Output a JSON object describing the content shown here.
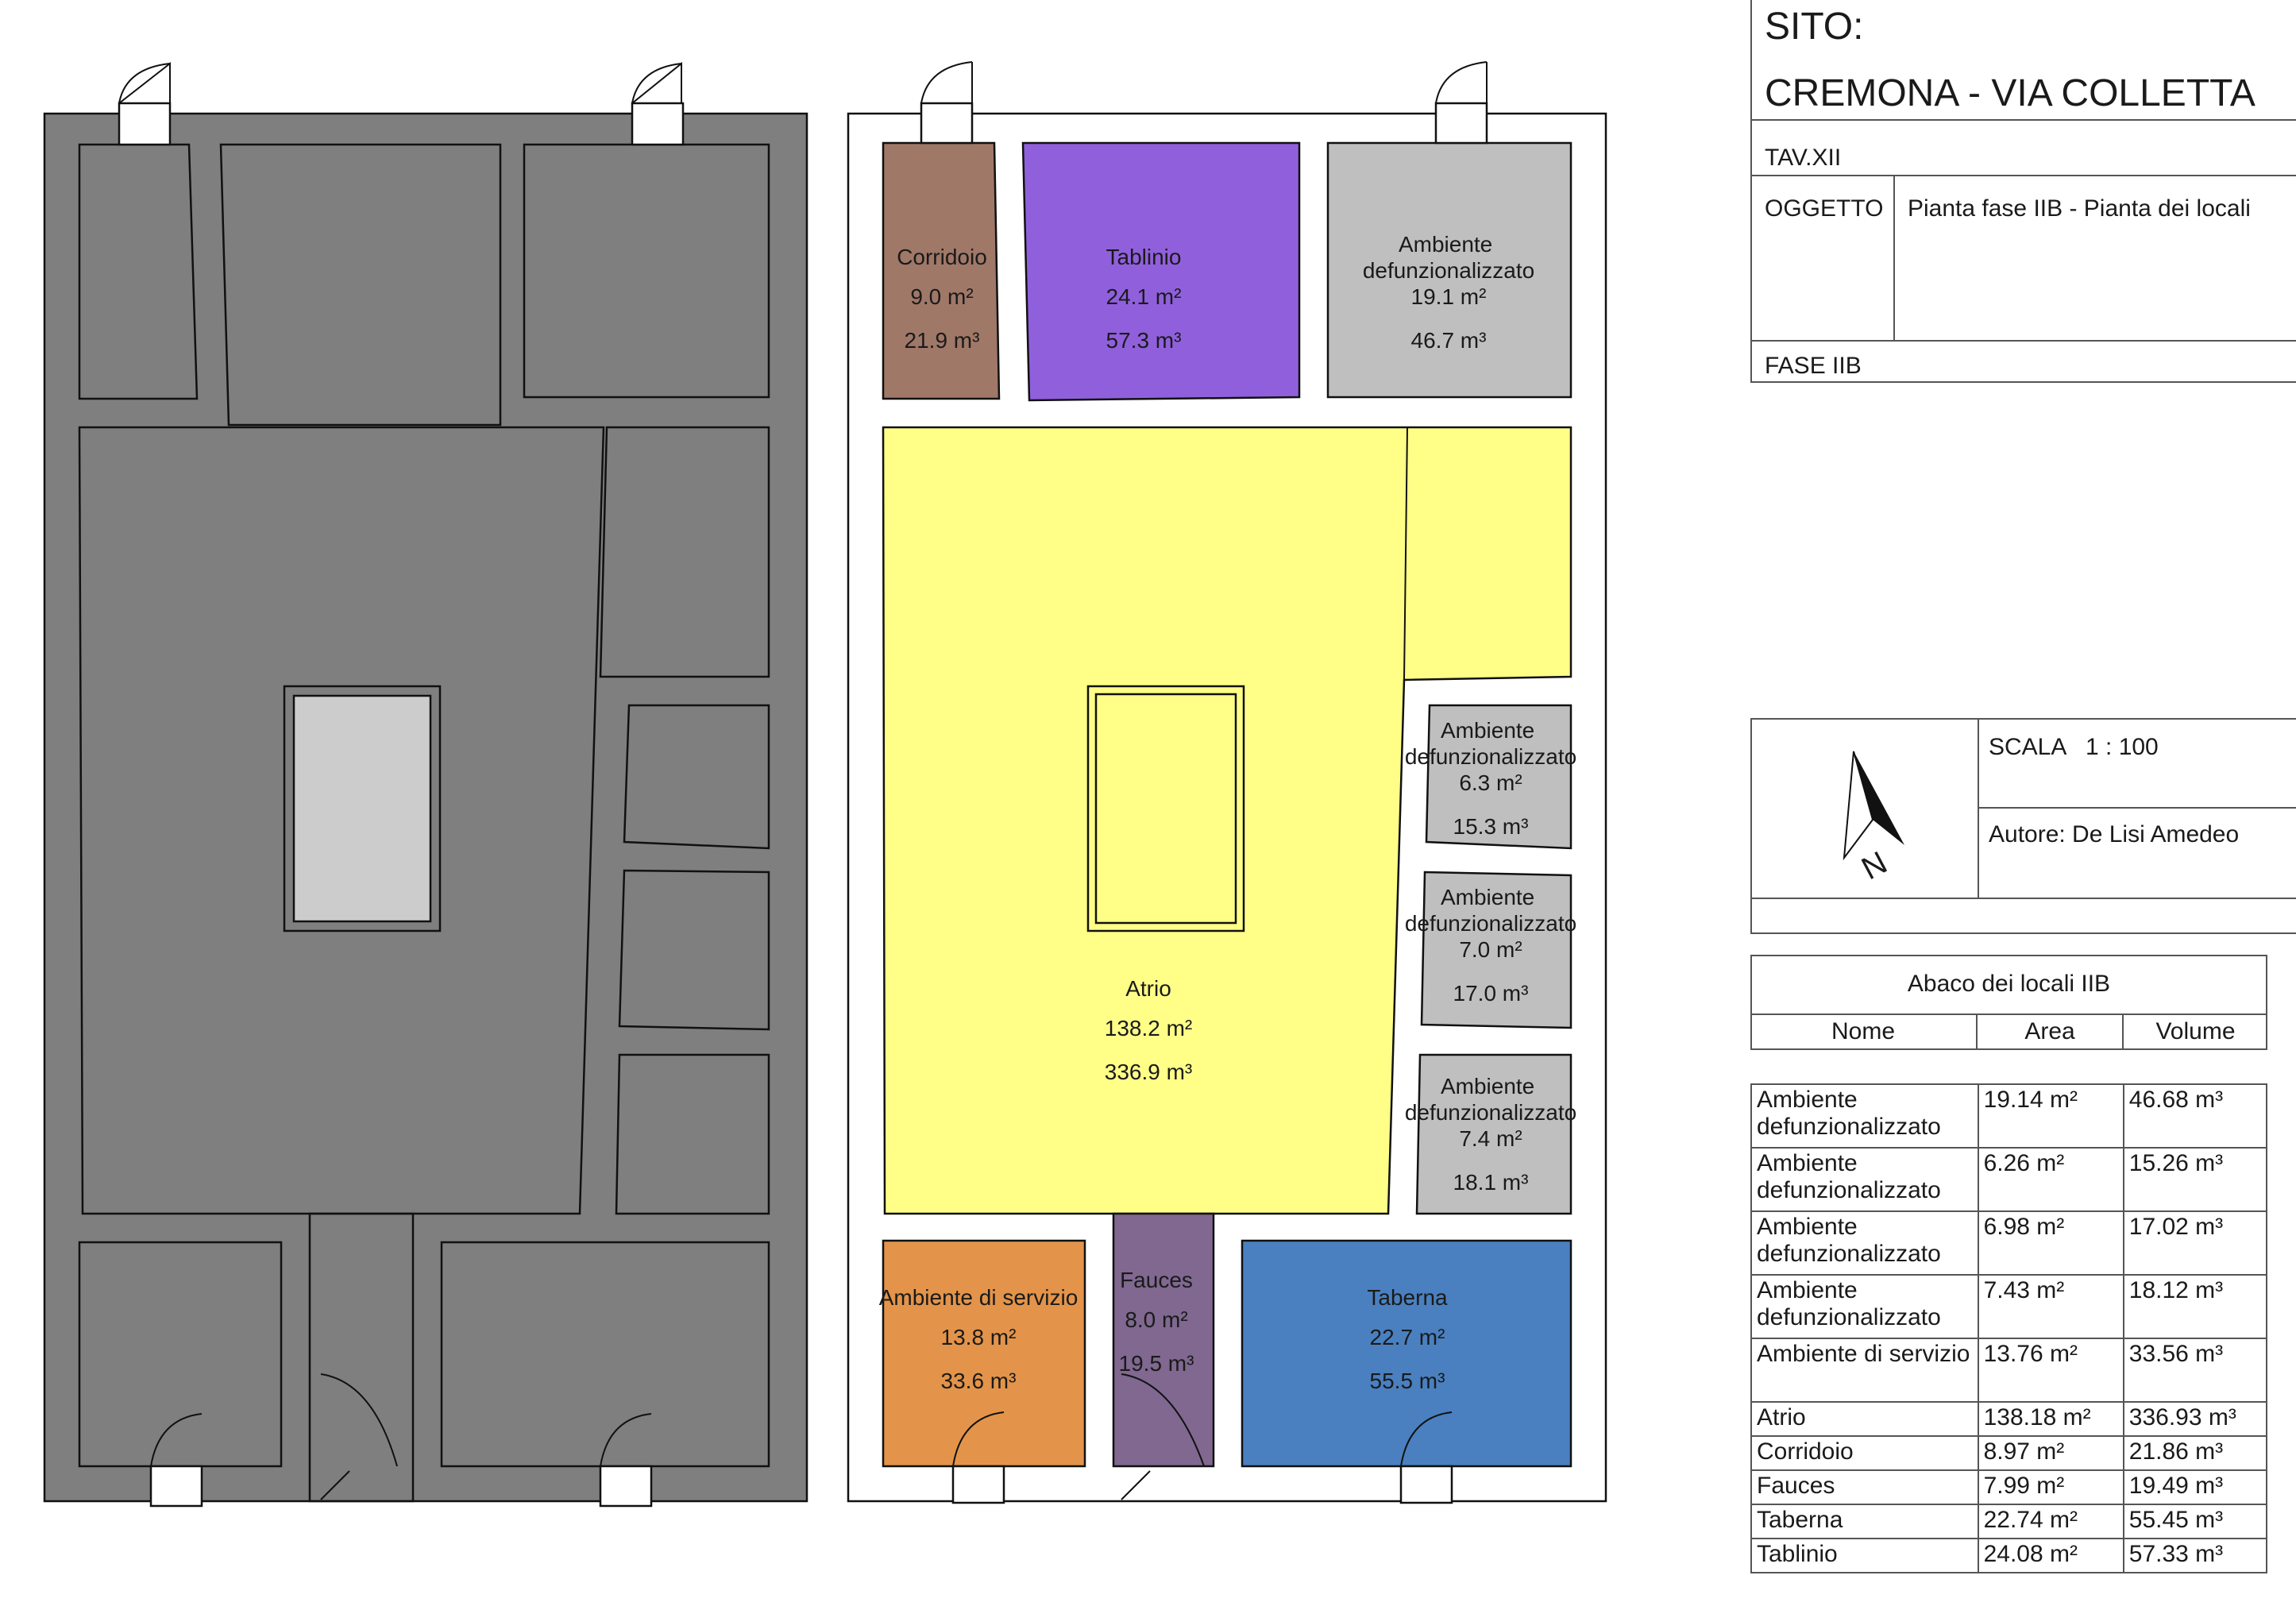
{
  "titleblock": {
    "site_label": "SITO:",
    "site_name": "CREMONA - VIA COLLETTA",
    "tav": "TAV.XII",
    "oggetto_label": "OGGETTO",
    "oggetto_value": "Pianta fase IIB - Pianta dei locali",
    "fase": "FASE IIB",
    "scala_label": "SCALA",
    "scala_value": "1 : 100",
    "autore": "Autore: De Lisi Amedeo",
    "north_label": "N"
  },
  "abaco": {
    "title": "Abaco dei locali IIB",
    "headers": [
      "Nome",
      "Area",
      "Volume"
    ],
    "rows": [
      {
        "nome": "Ambiente defunzionalizzato",
        "area": "19.14 m²",
        "volume": "46.68 m³"
      },
      {
        "nome": "Ambiente defunzionalizzato",
        "area": "6.26 m²",
        "volume": "15.26 m³"
      },
      {
        "nome": "Ambiente defunzionalizzato",
        "area": "6.98 m²",
        "volume": "17.02 m³"
      },
      {
        "nome": "Ambiente defunzionalizzato",
        "area": "7.43 m²",
        "volume": "18.12 m³"
      },
      {
        "nome": "Ambiente di servizio",
        "area": "13.76 m²",
        "volume": "33.56 m³"
      },
      {
        "nome": "Atrio",
        "area": "138.18 m²",
        "volume": "336.93 m³"
      },
      {
        "nome": "Corridoio",
        "area": "8.97 m²",
        "volume": "21.86 m³"
      },
      {
        "nome": "Fauces",
        "area": "7.99 m²",
        "volume": "19.49 m³"
      },
      {
        "nome": "Taberna",
        "area": "22.74 m²",
        "volume": "55.45 m³"
      },
      {
        "nome": "Tablinio",
        "area": "24.08 m²",
        "volume": "57.33 m³"
      }
    ]
  },
  "rooms": [
    {
      "id": "corridoio",
      "name": "Corridoio",
      "area": "9.0 m²",
      "volume": "21.9 m³",
      "color": "#a07868"
    },
    {
      "id": "tablinio",
      "name": "Tablinio",
      "area": "24.1 m²",
      "volume": "57.3 m³",
      "color": "#9060dc"
    },
    {
      "id": "amb-n",
      "name": "Ambiente defunzionalizzato",
      "area": "19.1 m²",
      "volume": "46.7 m³",
      "color": "#bfbfbf"
    },
    {
      "id": "atrio",
      "name": "Atrio",
      "area": "138.2 m²",
      "volume": "336.9 m³",
      "color": "#ffff88"
    },
    {
      "id": "amb-e1",
      "name": "Ambiente defunzionalizzato",
      "area": "6.3 m²",
      "volume": "15.3 m³",
      "color": "#bfbfbf"
    },
    {
      "id": "amb-e2",
      "name": "Ambiente defunzionalizzato",
      "area": "7.0 m²",
      "volume": "17.0 m³",
      "color": "#bfbfbf"
    },
    {
      "id": "amb-e3",
      "name": "Ambiente defunzionalizzato",
      "area": "7.4 m²",
      "volume": "18.1 m³",
      "color": "#bfbfbf"
    },
    {
      "id": "servizio",
      "name": "Ambiente di servizio",
      "area": "13.8 m²",
      "volume": "33.6 m³",
      "color": "#e3944a"
    },
    {
      "id": "fauces",
      "name": "Fauces",
      "area": "8.0 m²",
      "volume": "19.5 m³",
      "color": "#806890"
    },
    {
      "id": "taberna",
      "name": "Taberna",
      "area": "22.7 m²",
      "volume": "55.5 m³",
      "color": "#4a80c0"
    }
  ],
  "colors": {
    "wall_fill": "#7f7f7f",
    "impluvium_fill": "#cccccc",
    "line": "#111111"
  }
}
